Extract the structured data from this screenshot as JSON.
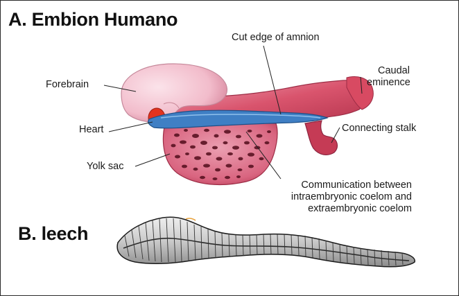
{
  "titles": {
    "a": "A. Embion Humano",
    "b": "B. leech"
  },
  "labels": {
    "forebrain": "Forebrain",
    "heart": "Heart",
    "yolk_sac": "Yolk sac",
    "cut_edge": "Cut edge of amnion",
    "caudal_1": "Caudal",
    "caudal_2": "eminence",
    "connecting_stalk": "Connecting stalk",
    "communication_1": "Communication between",
    "communication_2": "intraembryonic coelom and",
    "communication_3": "extraembryonic coelom"
  },
  "colors": {
    "brain_pink": "#f4c6d2",
    "body_red": "#d7455e",
    "heart_red": "#e2331f",
    "amnion_blue": "#3f7fc4",
    "yolk_pink": "#e0788f",
    "leech_gray": "#cfcfcf"
  }
}
